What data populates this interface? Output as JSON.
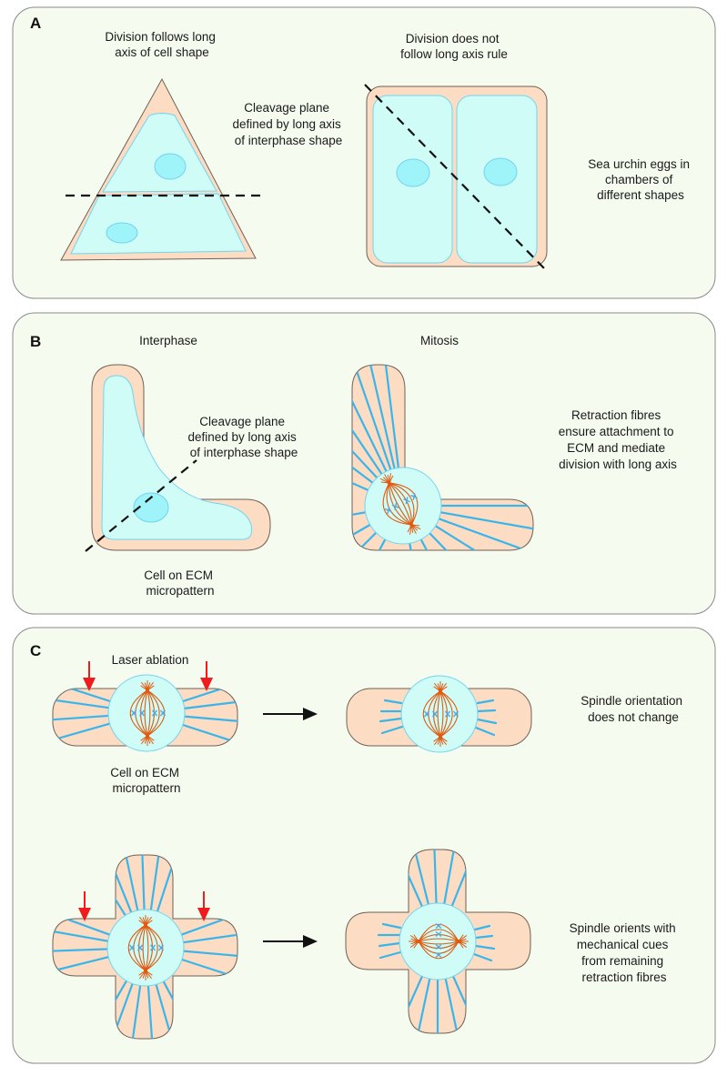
{
  "colors": {
    "panel_bg": "#f6fbef",
    "panel_border": "#8a8a8a",
    "ecm": "#fcdcc2",
    "ecm_border": "#6e6257",
    "cytoplasm": "#cffcf6",
    "cytoplasm_border": "#74d3ef",
    "nucleus": "#9ef4f8",
    "retraction_fibre": "#38b6ec",
    "spindle": "#e25a0f",
    "chromosome": "#56a9de",
    "laser_arrow": "#ee1c1c",
    "cleavage_line": "#111111",
    "flow_arrow": "#111111"
  },
  "panels": [
    {
      "id": "A",
      "label": "A",
      "texts": {
        "left_heading": [
          "Division follows long",
          "axis of cell shape"
        ],
        "cleavage_note": [
          "Cleavage plane",
          "defined by long axis",
          "of interphase shape"
        ],
        "right_heading": [
          "Division does not",
          "follow long axis rule"
        ],
        "side_note": [
          "Sea urchin eggs in",
          "chambers of",
          "different shapes"
        ]
      }
    },
    {
      "id": "B",
      "label": "B",
      "texts": {
        "left_heading": [
          "Interphase"
        ],
        "cleavage_note": [
          "Cleavage plane",
          "defined by long axis",
          "of interphase shape"
        ],
        "left_caption": [
          "Cell on ECM",
          "micropattern"
        ],
        "right_heading": [
          "Mitosis"
        ],
        "side_note": [
          "Retraction fibres",
          "ensure attachment to",
          "ECM and mediate",
          "division with long axis"
        ]
      }
    },
    {
      "id": "C",
      "label": "C",
      "texts": {
        "laser_label": [
          "Laser ablation"
        ],
        "bar_caption": [
          "Cell on ECM",
          "micropattern"
        ],
        "row1_note": [
          "Spindle orientation",
          "does not change"
        ],
        "row2_note": [
          "Spindle orients with",
          "mechanical cues",
          "from remaining",
          "retraction fibres"
        ]
      }
    }
  ]
}
